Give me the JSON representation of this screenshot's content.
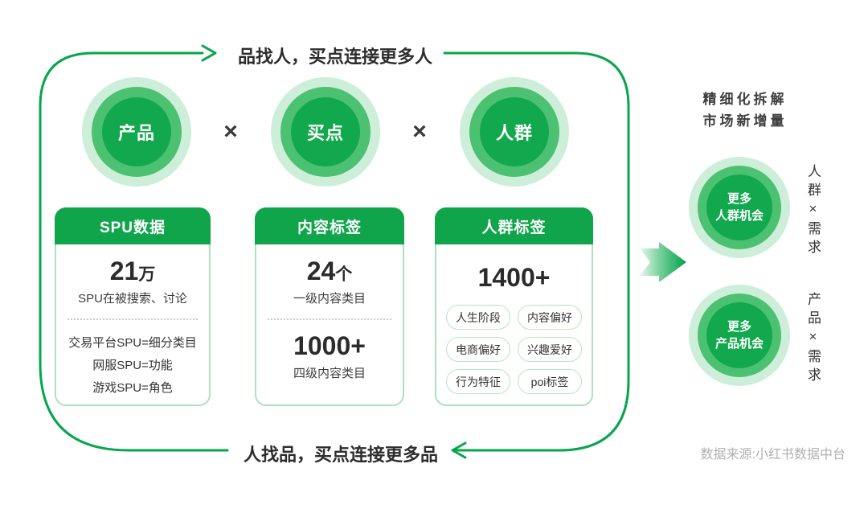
{
  "flow": {
    "top_label": "品找人，买点连接更多人",
    "bottom_label": "人找品，买点连接更多品"
  },
  "multiply": "×",
  "nodes": [
    {
      "label": "产品"
    },
    {
      "label": "买点"
    },
    {
      "label": "人群"
    }
  ],
  "cards": [
    {
      "header": "SPU数据",
      "stat_value": "21",
      "stat_unit": "万",
      "stat_desc": "SPU在被搜索、讨论",
      "details": [
        "交易平台SPU=细分类目",
        "网服SPU=功能",
        "游戏SPU=角色"
      ]
    },
    {
      "header": "内容标签",
      "stat1_value": "24",
      "stat1_unit": "个",
      "stat1_desc": "一级内容类目",
      "stat2_value": "1000+",
      "stat2_desc": "四级内容类目"
    },
    {
      "header": "人群标签",
      "stat_value": "1400+",
      "tags": [
        "人生阶段",
        "内容偏好",
        "电商偏好",
        "兴趣爱好",
        "行为特征",
        "poi标签"
      ]
    }
  ],
  "right_panel": {
    "title_line1": "精细化拆解",
    "title_line2": "市场新增量",
    "opportunities": [
      {
        "line1": "更多",
        "line2": "人群机会",
        "side_label": "人群×需求"
      },
      {
        "line1": "更多",
        "line2": "产品机会",
        "side_label": "产品×需求"
      }
    ]
  },
  "footer": {
    "source": "数据来源:小红书数据中台"
  },
  "colors": {
    "loop_green": "#07A64D",
    "node_inner_green": "#12A84E",
    "node_mid_green": "#4CC172",
    "node_outer_green": "#CDEED9",
    "card_border_green": "#ABE3BD",
    "header_green": "#10A54B",
    "text_dark": "#2D2D2D",
    "footer_gray": "#B0B0B0"
  }
}
